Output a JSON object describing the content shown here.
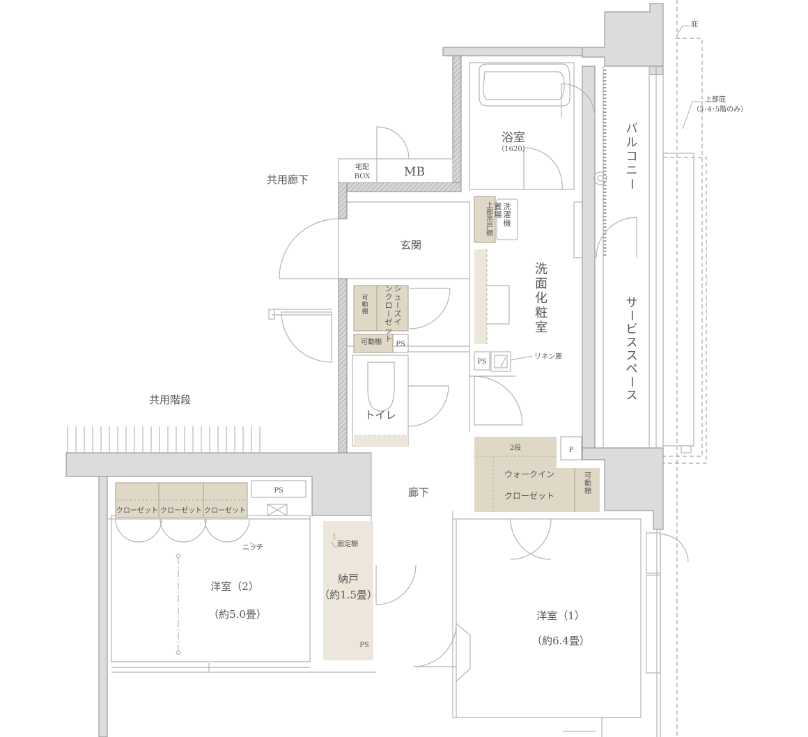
{
  "rooms": {
    "bath": {
      "label": "浴室",
      "sub": "（1620）"
    },
    "balcony": "バルコニー",
    "service_space": "サービススペース",
    "common_corridor": "共用廊下",
    "common_stairs": "共用階段",
    "entrance": "玄関",
    "washroom": "洗面化粧室",
    "toilet": "トイレ",
    "hallway": "廊下",
    "room1": {
      "label": "洋室（1）",
      "size": "（約6.4畳）"
    },
    "room2": {
      "label": "洋室（2）",
      "size": "（約5.0畳）"
    },
    "storage": {
      "label": "納戸",
      "size": "（約1.5畳）"
    }
  },
  "fixtures": {
    "delivery_box": [
      "宅配",
      "BOX"
    ],
    "mb": "MB",
    "washer": "洗濯機置場",
    "upper_cabinet": "上部吊戸棚",
    "shoes_closet": "シューズインクローゼット",
    "movable_shelf": "可動棚",
    "ps": "PS",
    "linen": "リネン庫",
    "walkin": [
      "ウォークイン",
      "クローゼット"
    ],
    "two_tier": "2段",
    "p": "P",
    "closet": "クローゼット",
    "niche": "ニッチ",
    "fixed_shelf": "固定棚"
  },
  "notes": {
    "eaves": "庇",
    "upper_eaves": [
      "上部庇",
      "（3･4･5階のみ）"
    ]
  },
  "colors": {
    "wall_fill": "#dcdcdc",
    "wall_stroke": "#8a8a8a",
    "storage_fill": "#e0d8c6",
    "storage_light": "#ece7da",
    "line": "#9a9a9a",
    "text": "#555555"
  }
}
